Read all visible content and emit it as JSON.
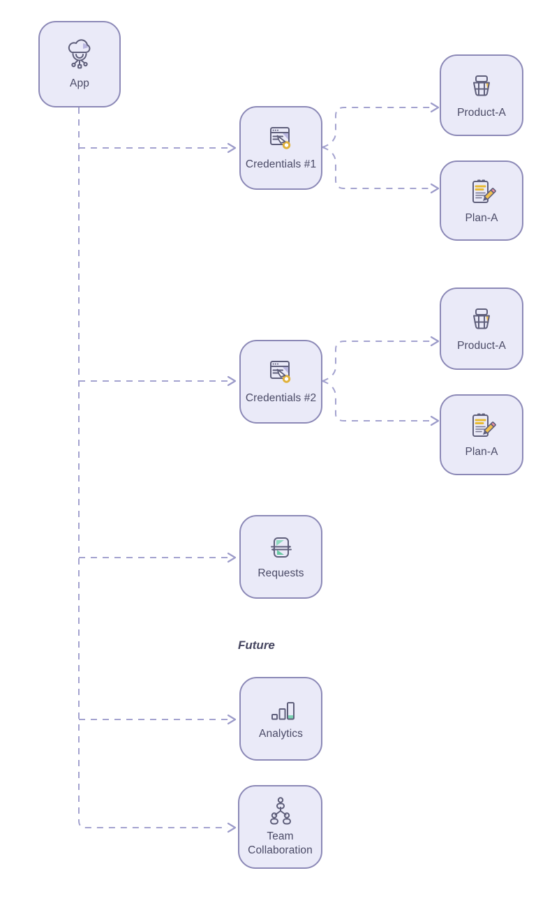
{
  "diagram": {
    "section_label": "Future",
    "nodes": [
      {
        "id": "app",
        "label": "App",
        "icon": "cloud-network-icon"
      },
      {
        "id": "credentials-1",
        "label": "Credentials #1",
        "icon": "browser-key-icon"
      },
      {
        "id": "product-a-1",
        "label": "Product-A",
        "icon": "basket-icon"
      },
      {
        "id": "plan-a-1",
        "label": "Plan-A",
        "icon": "clipboard-pencil-icon"
      },
      {
        "id": "credentials-2",
        "label": "Credentials #2",
        "icon": "browser-key-icon"
      },
      {
        "id": "product-a-2",
        "label": "Product-A",
        "icon": "basket-icon"
      },
      {
        "id": "plan-a-2",
        "label": "Plan-A",
        "icon": "clipboard-pencil-icon"
      },
      {
        "id": "requests",
        "label": "Requests",
        "icon": "sync-card-icon"
      },
      {
        "id": "analytics",
        "label": "Analytics",
        "icon": "bar-chart-icon"
      },
      {
        "id": "team",
        "label": "Team Collaboration",
        "icon": "people-tree-icon"
      }
    ],
    "edges": [
      {
        "from": "app",
        "to": "credentials-1"
      },
      {
        "from": "app",
        "to": "credentials-2"
      },
      {
        "from": "app",
        "to": "requests"
      },
      {
        "from": "app",
        "to": "analytics"
      },
      {
        "from": "app",
        "to": "team"
      },
      {
        "from": "credentials-1",
        "to": "product-a-1"
      },
      {
        "from": "credentials-1",
        "to": "plan-a-1"
      },
      {
        "from": "credentials-2",
        "to": "product-a-2"
      },
      {
        "from": "credentials-2",
        "to": "plan-a-2"
      }
    ],
    "colors": {
      "node_fill": "#eaeaf8",
      "node_border": "#8b88b6",
      "label": "#4a4a66",
      "connector": "#a3a2cf",
      "accent_yellow": "#f2c14e",
      "accent_teal": "#7ad3b2",
      "accent_pink": "#ef8f9f",
      "accent_purple": "#b9b6e0"
    }
  }
}
